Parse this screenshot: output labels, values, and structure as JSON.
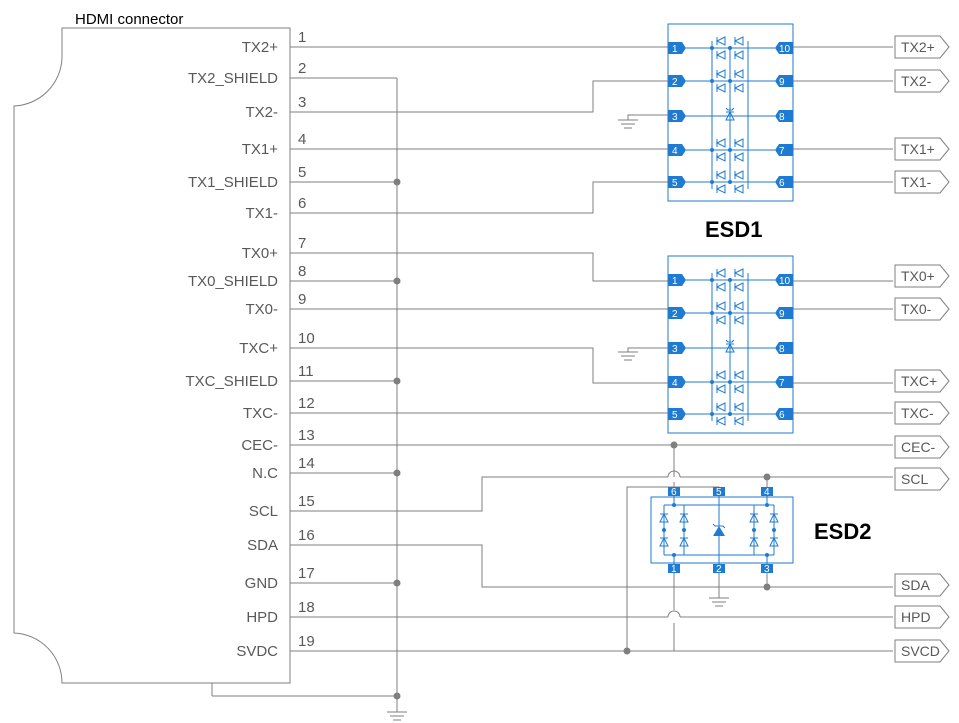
{
  "connector": {
    "title": "HDMI connector",
    "pins": [
      {
        "num": "1",
        "label": "TX2+"
      },
      {
        "num": "2",
        "label": "TX2_SHIELD"
      },
      {
        "num": "3",
        "label": "TX2-"
      },
      {
        "num": "4",
        "label": "TX1+"
      },
      {
        "num": "5",
        "label": "TX1_SHIELD"
      },
      {
        "num": "6",
        "label": "TX1-"
      },
      {
        "num": "7",
        "label": "TX0+"
      },
      {
        "num": "8",
        "label": "TX0_SHIELD"
      },
      {
        "num": "9",
        "label": "TX0-"
      },
      {
        "num": "10",
        "label": "TXC+"
      },
      {
        "num": "11",
        "label": "TXC_SHIELD"
      },
      {
        "num": "12",
        "label": "TXC-"
      },
      {
        "num": "13",
        "label": "CEC-"
      },
      {
        "num": "14",
        "label": "N.C"
      },
      {
        "num": "15",
        "label": "SCL"
      },
      {
        "num": "16",
        "label": "SDA"
      },
      {
        "num": "17",
        "label": "GND"
      },
      {
        "num": "18",
        "label": "HPD"
      },
      {
        "num": "19",
        "label": "SVDC"
      }
    ]
  },
  "esd1": {
    "title": "ESD1",
    "left_pins": [
      "1",
      "2",
      "3",
      "4",
      "5"
    ],
    "right_pins": [
      "10",
      "9",
      "8",
      "7",
      "6"
    ]
  },
  "esd_upper_ports": [
    "TX2+",
    "TX2-",
    "TX1+",
    "TX1-"
  ],
  "esd_lower_ports": [
    "TX0+",
    "TX0-",
    "TXC+",
    "TXC-"
  ],
  "esd2": {
    "title": "ESD2",
    "top_pins": [
      "6",
      "5",
      "4"
    ],
    "bottom_pins": [
      "1",
      "2",
      "3"
    ]
  },
  "bus_ports": [
    "CEC-",
    "SCL",
    "SDA",
    "HPD",
    "SVCD"
  ],
  "colors": {
    "wire": "#7f7f7f",
    "chip": "#1f7bd1",
    "text": "#595959"
  }
}
